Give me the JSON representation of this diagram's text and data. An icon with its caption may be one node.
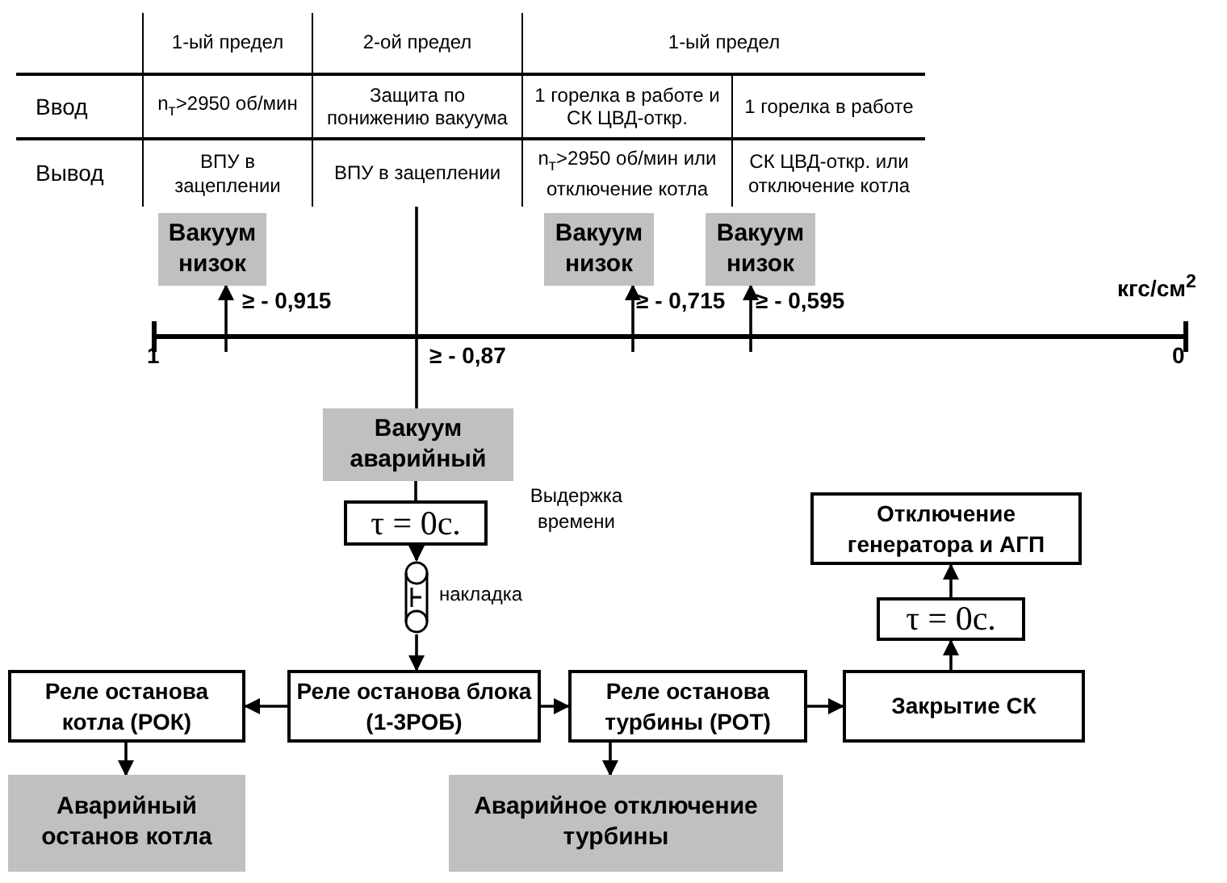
{
  "diagram": {
    "nodes": [
      {
        "text": [
          "Вакуум низок"
        ]
      },
      {
        "text": [
          "Вакуум низок"
        ]
      },
      {
        "text": [
          "Вакуум низок"
        ]
      },
      {
        "text": [],
        "shape": "line"
      },
      {
        "text": [
          "Вакуум аварийный"
        ]
      },
      {
        "text": [
          "τ = 0с."
        ]
      },
      {
        "text": [],
        "shape": "capsule",
        "beside": [
          "накладка"
        ]
      },
      {
        "text": [
          "Реле останова котла (РОК)"
        ]
      },
      {
        "text": [
          "Реле останова блока (1-3РОБ)"
        ]
      },
      {
        "text": [
          "Реле останова турбины (РОТ)"
        ]
      },
      {
        "text": [
          "Закрытие СК"
        ]
      },
      {
        "text": [
          "τ = 0с."
        ]
      },
      {
        "text": [
          "Отключение генератора и АГП"
        ]
      },
      {
        "text": [
          "Аварийный останов котла"
        ]
      },
      {
        "text": [
          "Аварийное отключение турбины"
        ]
      }
    ],
    "edges": [
      {
        "from": 3,
        "to": 0,
        "arrow": "to"
      },
      {
        "from": 3,
        "to": 1,
        "arrow": "to"
      },
      {
        "from": 3,
        "to": 2,
        "arrow": "to"
      },
      {
        "from": null,
        "to": 4,
        "arrow": "none"
      },
      {
        "from": 4,
        "to": 5,
        "arrow": "none"
      },
      {
        "from": 5,
        "to": 6,
        "arrow": "to"
      },
      {
        "from": 6,
        "to": 8,
        "arrow": "to"
      },
      {
        "from": 8,
        "to": 7,
        "arrow": "to"
      },
      {
        "from": 8,
        "to": 9,
        "arrow": "to"
      },
      {
        "from": 9,
        "to": 10,
        "arrow": "to"
      },
      {
        "from": 7,
        "to": 13,
        "arrow": "to"
      },
      {
        "from": 9,
        "to": 14,
        "arrow": "to"
      },
      {
        "from": 10,
        "to": 11,
        "arrow": "to"
      },
      {
        "from": 11,
        "to": 12,
        "arrow": "to"
      }
    ],
    "labels": [
      "1-ый предел",
      "2-ой предел",
      "1-ый предел",
      "Ввод",
      "n$_{т}$>2950 об/мин",
      "Защита по понижению вакуума",
      "1 горелка в работе и СК ЦВД-откр.",
      "1 горелка в работе",
      "Вывод",
      "ВПУ в зацеплении",
      "ВПУ в зацеплении",
      "n$_{т}$>2950 об/мин или отключение котла",
      "СК ЦВД-откр. или отключение котла",
      "кгс/см$^{2}$",
      "≥ - 0,915",
      "≥ - 0,715",
      "≥ - 0,595",
      "1",
      "≥ - 0,87",
      "0",
      "Выдержка времени"
    ]
  }
}
